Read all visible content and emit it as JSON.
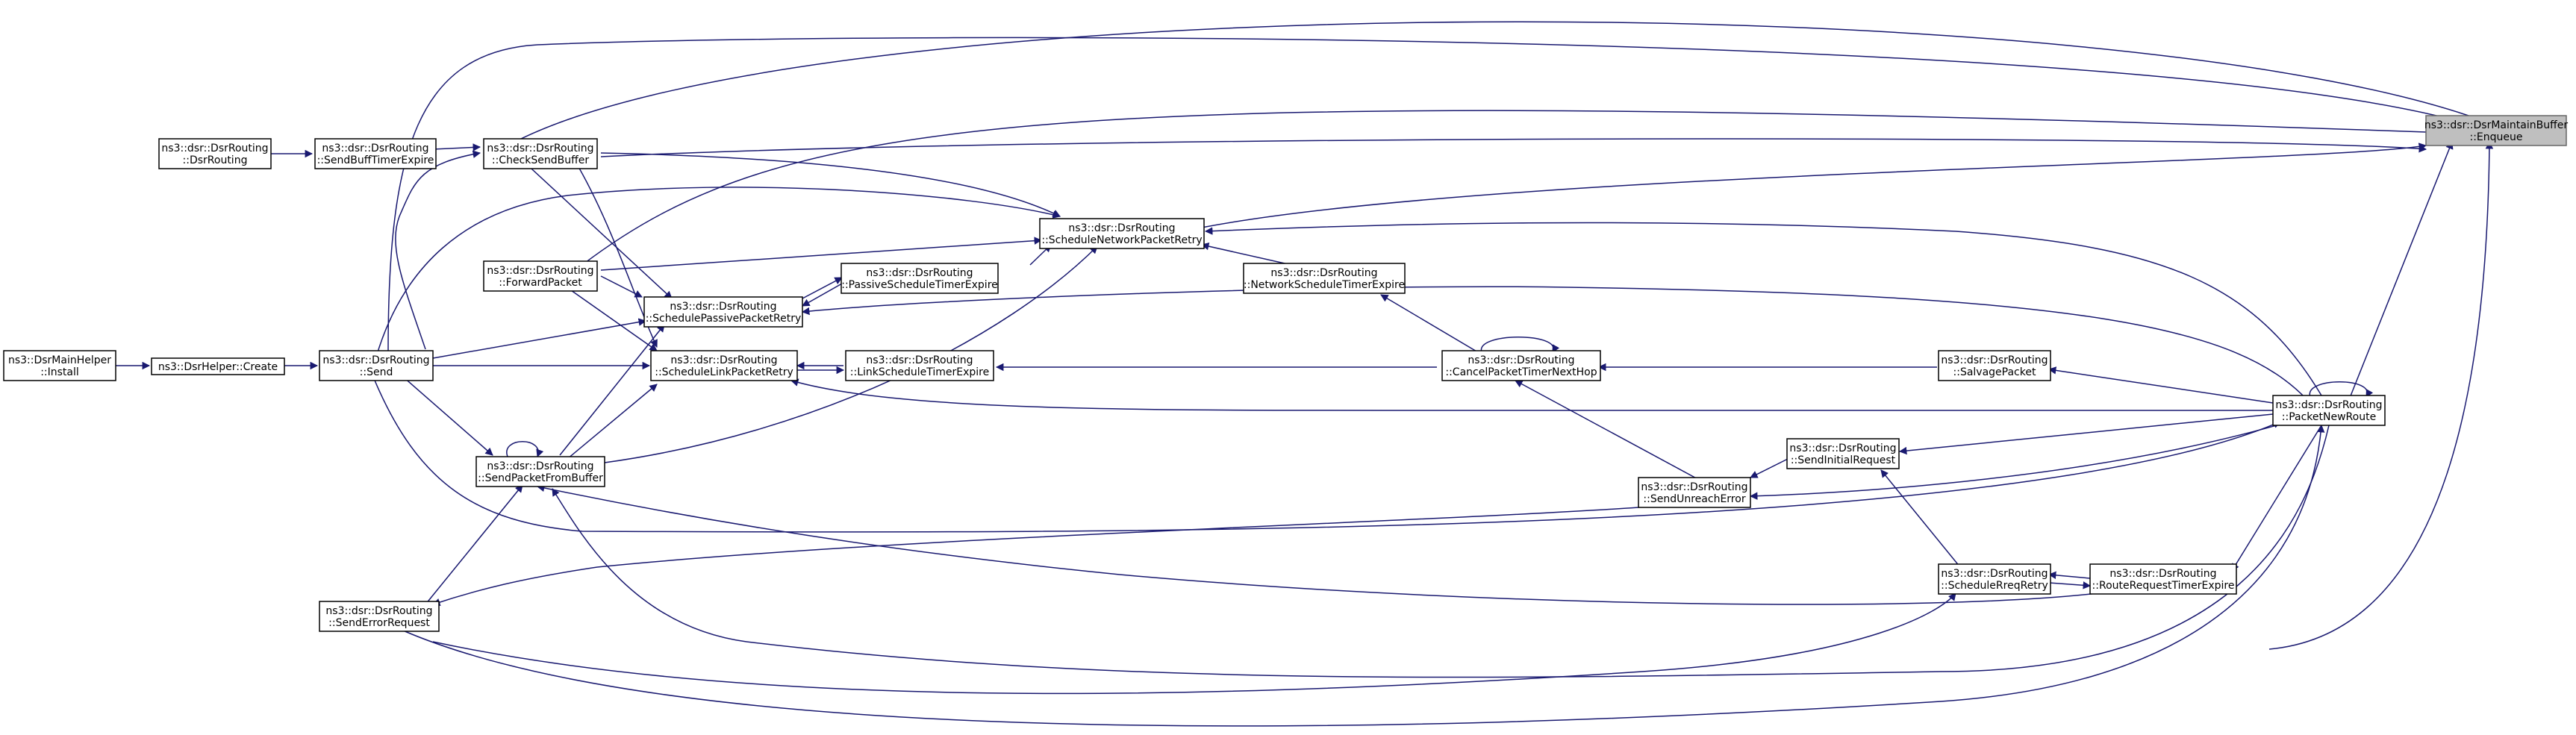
{
  "nodes": [
    {
      "id": "enqueue",
      "lines": [
        "ns3::dsr::DsrMaintainBuffer",
        "::Enqueue"
      ],
      "root": true
    },
    {
      "id": "dsrrouting",
      "lines": [
        "ns3::dsr::DsrRouting",
        "::DsrRouting"
      ]
    },
    {
      "id": "sendbufftimerexpire",
      "lines": [
        "ns3::dsr::DsrRouting",
        "::SendBuffTimerExpire"
      ]
    },
    {
      "id": "checksendbuffer",
      "lines": [
        "ns3::dsr::DsrRouting",
        "::CheckSendBuffer"
      ]
    },
    {
      "id": "forwardpacket",
      "lines": [
        "ns3::dsr::DsrRouting",
        "::ForwardPacket"
      ]
    },
    {
      "id": "install",
      "lines": [
        "ns3::DsrMainHelper",
        "::Install"
      ]
    },
    {
      "id": "create",
      "lines": [
        "ns3::DsrHelper::Create"
      ]
    },
    {
      "id": "send",
      "lines": [
        "ns3::dsr::DsrRouting",
        "::Send"
      ]
    },
    {
      "id": "sendpacketfrombuffer",
      "lines": [
        "ns3::dsr::DsrRouting",
        "::SendPacketFromBuffer"
      ]
    },
    {
      "id": "senderrorrequest",
      "lines": [
        "ns3::dsr::DsrRouting",
        "::SendErrorRequest"
      ]
    },
    {
      "id": "schedulepassivepacketretry",
      "lines": [
        "ns3::dsr::DsrRouting",
        "::SchedulePassivePacketRetry"
      ]
    },
    {
      "id": "schedulelinkpacketretry",
      "lines": [
        "ns3::dsr::DsrRouting",
        "::ScheduleLinkPacketRetry"
      ]
    },
    {
      "id": "passivescheduletimerexpire",
      "lines": [
        "ns3::dsr::DsrRouting",
        "::PassiveScheduleTimerExpire"
      ]
    },
    {
      "id": "linkscheduletimerexpire",
      "lines": [
        "ns3::dsr::DsrRouting",
        "::LinkScheduleTimerExpire"
      ]
    },
    {
      "id": "schedulenetworkpacketretry",
      "lines": [
        "ns3::dsr::DsrRouting",
        "::ScheduleNetworkPacketRetry"
      ]
    },
    {
      "id": "networkscheduletimerexpire",
      "lines": [
        "ns3::dsr::DsrRouting",
        "::NetworkScheduleTimerExpire"
      ]
    },
    {
      "id": "cancelpackettimernexthop",
      "lines": [
        "ns3::dsr::DsrRouting",
        "::CancelPacketTimerNextHop"
      ]
    },
    {
      "id": "sendunreacherror",
      "lines": [
        "ns3::dsr::DsrRouting",
        "::SendUnreachError"
      ]
    },
    {
      "id": "sendinitialrequest",
      "lines": [
        "ns3::dsr::DsrRouting",
        "::SendInitialRequest"
      ]
    },
    {
      "id": "salvagepacket",
      "lines": [
        "ns3::dsr::DsrRouting",
        "::SalvagePacket"
      ]
    },
    {
      "id": "schedulerreqretry",
      "lines": [
        "ns3::dsr::DsrRouting",
        "::ScheduleRreqRetry"
      ]
    },
    {
      "id": "routerequesttimerexpire",
      "lines": [
        "ns3::dsr::DsrRouting",
        "::RouteRequestTimerExpire"
      ]
    },
    {
      "id": "packetnewroute",
      "lines": [
        "ns3::dsr::DsrRouting",
        "::PacketNewRoute"
      ]
    }
  ],
  "edges": [
    [
      "checksendbuffer",
      "enqueue"
    ],
    [
      "sendbufftimerexpire",
      "checksendbuffer"
    ],
    [
      "dsrrouting",
      "sendbufftimerexpire"
    ],
    [
      "send",
      "checksendbuffer"
    ],
    [
      "create",
      "send"
    ],
    [
      "install",
      "create"
    ],
    [
      "forwardpacket",
      "enqueue"
    ],
    [
      "schedulenetworkpacketretry",
      "enqueue"
    ],
    [
      "send",
      "enqueue"
    ],
    [
      "packetnewroute",
      "enqueue"
    ],
    [
      "sendpacketfrombuffer",
      "enqueue"
    ],
    [
      "senderrorrequest",
      "enqueue"
    ],
    [
      "schedulepassivepacketretry",
      "enqueue"
    ],
    [
      "schedulelinkpacketretry",
      "enqueue"
    ],
    [
      "checksendbuffer",
      "schedulenetworkpacketretry"
    ],
    [
      "forwardpacket",
      "schedulenetworkpacketretry"
    ],
    [
      "send",
      "schedulenetworkpacketretry"
    ],
    [
      "sendpacketfrombuffer",
      "schedulenetworkpacketretry"
    ],
    [
      "passivescheduletimerexpire",
      "schedulenetworkpacketretry"
    ],
    [
      "networkscheduletimerexpire",
      "schedulenetworkpacketretry"
    ],
    [
      "packetnewroute",
      "schedulenetworkpacketretry"
    ],
    [
      "cancelpackettimernexthop",
      "networkscheduletimerexpire"
    ],
    [
      "checksendbuffer",
      "schedulepassivepacketretry"
    ],
    [
      "forwardpacket",
      "schedulepassivepacketretry"
    ],
    [
      "send",
      "schedulepassivepacketretry"
    ],
    [
      "sendpacketfrombuffer",
      "schedulepassivepacketretry"
    ],
    [
      "passivescheduletimerexpire",
      "schedulepassivepacketretry"
    ],
    [
      "packetnewroute",
      "schedulepassivepacketretry"
    ],
    [
      "checksendbuffer",
      "schedulelinkpacketretry"
    ],
    [
      "forwardpacket",
      "schedulelinkpacketretry"
    ],
    [
      "send",
      "schedulelinkpacketretry"
    ],
    [
      "sendpacketfrombuffer",
      "schedulelinkpacketretry"
    ],
    [
      "linkscheduletimerexpire",
      "schedulelinkpacketretry"
    ],
    [
      "packetnewroute",
      "schedulelinkpacketretry"
    ],
    [
      "cancelpackettimernexthop",
      "linkscheduletimerexpire"
    ],
    [
      "send",
      "sendpacketfrombuffer"
    ],
    [
      "senderrorrequest",
      "sendpacketfrombuffer"
    ],
    [
      "sendpacketfrombuffer",
      "sendpacketfrombuffer"
    ],
    [
      "routerequesttimerexpire",
      "sendpacketfrombuffer"
    ],
    [
      "packetnewroute",
      "sendpacketfrombuffer"
    ],
    [
      "cancelpackettimernexthop",
      "cancelpackettimernexthop"
    ],
    [
      "salvagepacket",
      "cancelpackettimernexthop"
    ],
    [
      "sendunreacherror",
      "cancelpackettimernexthop"
    ],
    [
      "packetnewroute",
      "salvagepacket"
    ],
    [
      "packetnewroute",
      "sendinitialrequest"
    ],
    [
      "sendinitialrequest",
      "sendunreacherror"
    ],
    [
      "packetnewroute",
      "sendunreacherror"
    ],
    [
      "schedulerreqretry",
      "sendinitialrequest"
    ],
    [
      "routerequesttimerexpire",
      "schedulerreqretry"
    ],
    [
      "senderrorrequest",
      "schedulerreqretry"
    ],
    [
      "packetnewroute",
      "routerequesttimerexpire"
    ],
    [
      "send",
      "packetnewroute"
    ],
    [
      "sendunreacherror",
      "senderrorrequest"
    ],
    [
      "senderrorrequest",
      "packetnewroute"
    ],
    [
      "packetnewroute",
      "packetnewroute"
    ]
  ]
}
